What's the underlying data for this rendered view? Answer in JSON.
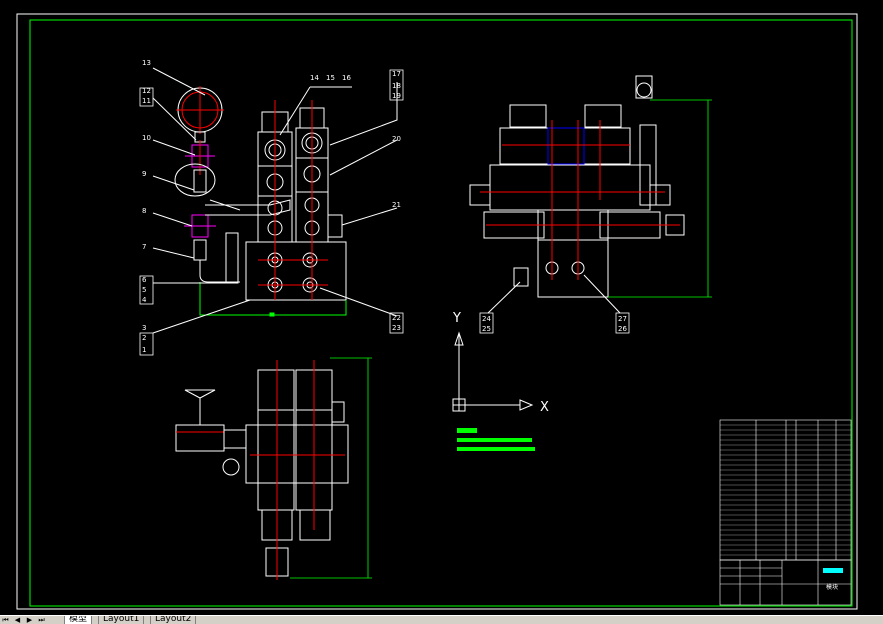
{
  "balloons": {
    "b1": "1",
    "b2": "2",
    "b3": "3",
    "b4": "4",
    "b5": "5",
    "b6": "6",
    "b7": "7",
    "b8": "8",
    "b9": "9",
    "b10": "10",
    "b11": "11",
    "b12": "12",
    "b13": "13",
    "b14": "14",
    "b15": "15",
    "b16": "16",
    "b17": "17",
    "b18": "18",
    "b19": "19",
    "b20": "20",
    "b21": "21",
    "b22": "22",
    "b23": "23",
    "b24": "24",
    "b25": "25",
    "b26": "26",
    "b27": "27"
  },
  "ucs": {
    "x_label": "X",
    "y_label": "Y"
  },
  "title_block": {
    "name": "模块"
  },
  "colors": {
    "frame": "#00ff00",
    "line": "#ffffff",
    "accent": "#ff0000",
    "highlight": "#ff00ff",
    "dim": "#00ff00"
  },
  "tabs": [
    {
      "label": "模型",
      "active": true
    },
    {
      "label": "Layout1",
      "active": false
    },
    {
      "label": "Layout2",
      "active": false
    }
  ],
  "nav_icons": [
    "first-icon",
    "prev-icon",
    "next-icon",
    "last-icon"
  ]
}
